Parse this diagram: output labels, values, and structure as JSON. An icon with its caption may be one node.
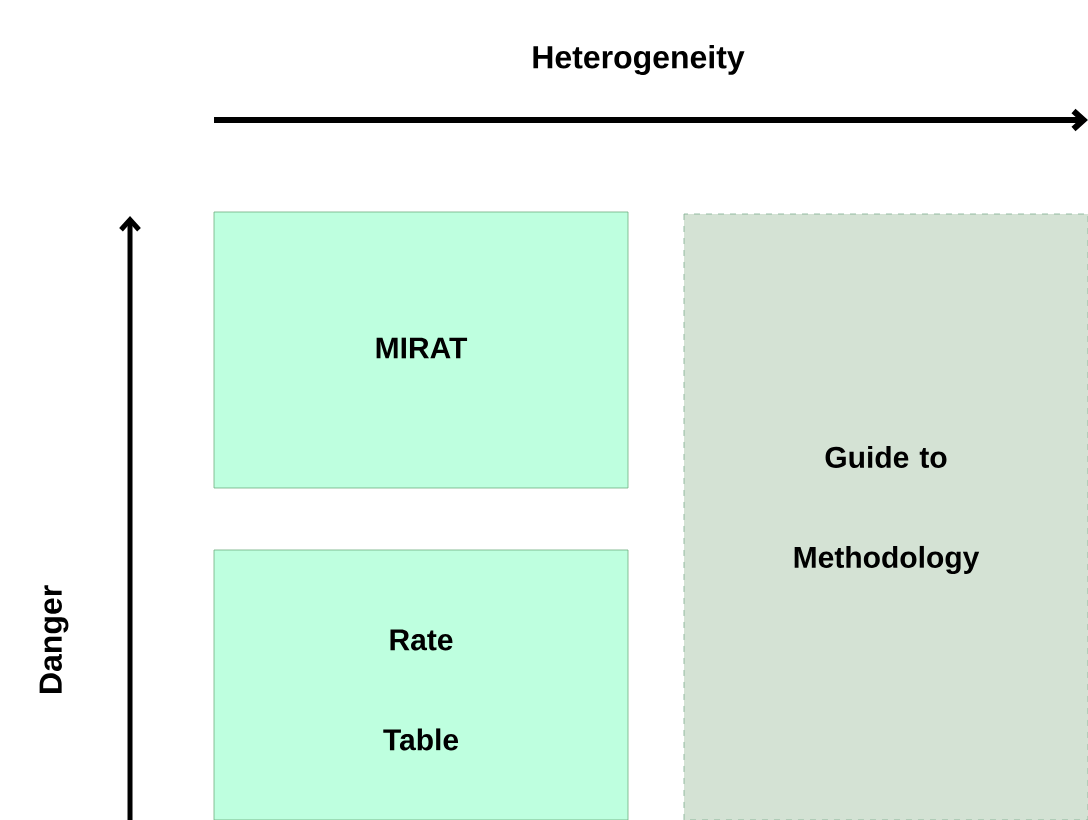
{
  "diagram": {
    "nodes": [
      {
        "text": [
          "MIRAT"
        ]
      },
      {
        "text": [
          "Rate Table"
        ]
      },
      {
        "text": [
          "Guide to Methodology"
        ]
      }
    ],
    "edges": [],
    "labels": [
      "Heterogeneity",
      "Danger"
    ]
  }
}
